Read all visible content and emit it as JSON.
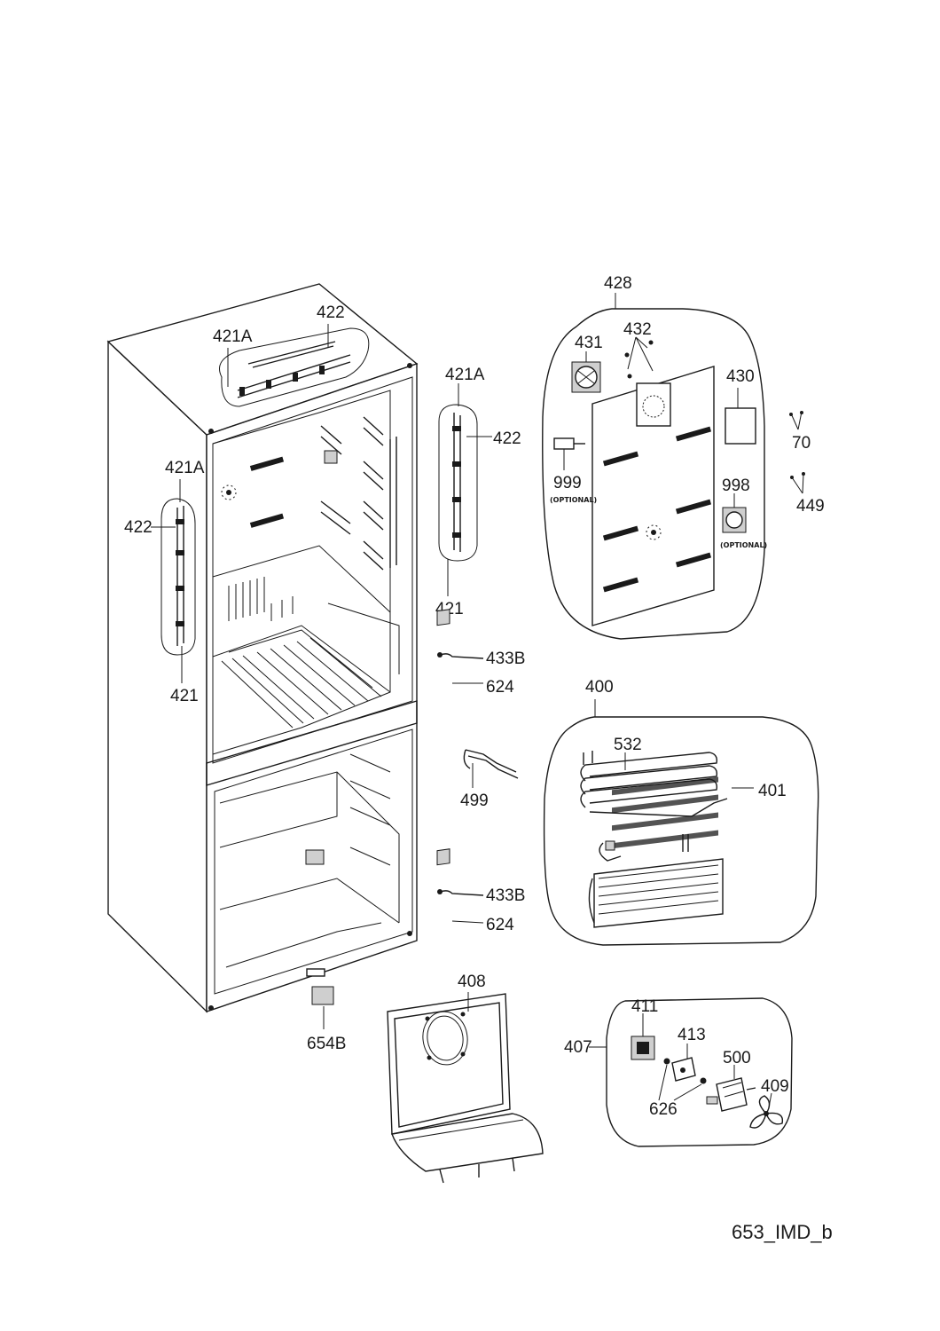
{
  "diagram_ref": "653_IMD_b",
  "labels": {
    "l428": "428",
    "l432": "432",
    "l431": "431",
    "l430": "430",
    "l70": "70",
    "l999": "999",
    "l999_note": "(OPTIONAL)",
    "l998": "998",
    "l998_note": "(OPTIONAL)",
    "l449": "449",
    "l421A_top": "421A",
    "l422_top": "422",
    "l421A_left": "421A",
    "l422_left": "422",
    "l421_left": "421",
    "l421A_right": "421A",
    "l422_right": "422",
    "l421_right": "421",
    "l433B_a": "433B",
    "l624_a": "624",
    "l400": "400",
    "l532": "532",
    "l401": "401",
    "l499": "499",
    "l433B_b": "433B",
    "l624_b": "624",
    "l408": "408",
    "l654B": "654B",
    "l407": "407",
    "l411": "411",
    "l413": "413",
    "l500": "500",
    "l409": "409",
    "l626": "626"
  }
}
